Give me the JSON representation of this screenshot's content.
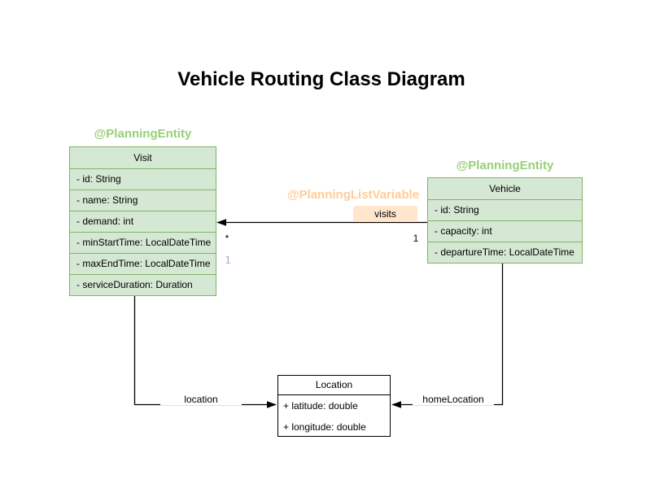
{
  "title": "Vehicle Routing Class Diagram",
  "colors": {
    "green_fill": "#d5e8d4",
    "green_stroke": "#82b366",
    "green_annotation": "#97d077",
    "orange_fill": "#ffe6cc",
    "orange_annotation": "#ffcc99",
    "purple_label": "#b5a1c9",
    "edge_color": "#000000"
  },
  "classes": [
    {
      "annotation": "@PlanningEntity",
      "name": "Visit",
      "attributes": [
        "- id: String",
        "- name: String",
        "- demand: int",
        "- minStartTime: LocalDateTime",
        "- maxEndTime: LocalDateTime",
        "- serviceDuration: Duration"
      ]
    },
    {
      "annotation": "@PlanningEntity",
      "name": "Vehicle",
      "attributes": [
        "- id: String",
        "- capacity: int",
        "- departureTime: LocalDateTime"
      ]
    },
    {
      "name": "Location",
      "attributes": [
        "+ latitude: double",
        "+ longitude: double"
      ]
    }
  ],
  "edges": {
    "visits": {
      "annotation": "@PlanningListVariable",
      "label": "visits",
      "target_multiplicity": "*",
      "source_multiplicity": "1",
      "stray_index_label": "1"
    },
    "location": {
      "label": "location"
    },
    "home_location": {
      "label": "homeLocation"
    }
  }
}
